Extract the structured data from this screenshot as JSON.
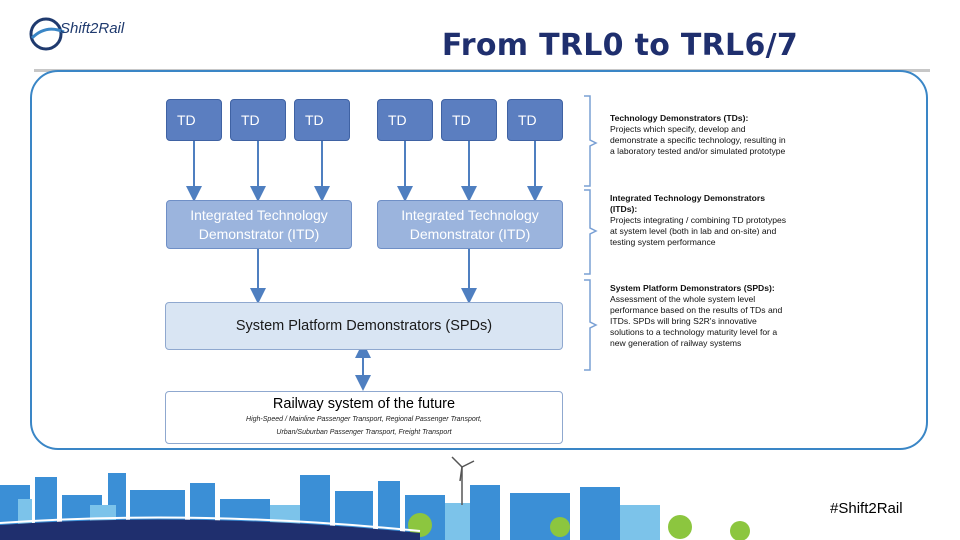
{
  "logo": {
    "text": "Shift2Rail"
  },
  "title": "From TRL0 to TRL6/7",
  "td_boxes": [
    "TD",
    "TD",
    "TD",
    "TD",
    "TD",
    "TD"
  ],
  "itd_boxes": [
    "Integrated Technology Demonstrator (ITD)",
    "Integrated Technology Demonstrator (ITD)"
  ],
  "spd_box": "System Platform Demonstrators (SPDs)",
  "railway": {
    "title": "Railway system of the future",
    "line1": "High-Speed / Mainline Passenger Transport, Regional Passenger Transport,",
    "line2": "Urban/Suburban Passenger Transport, Freight Transport"
  },
  "descriptions": [
    {
      "heading": "Technology Demonstrators (TDs):",
      "body": "Projects which specify, develop and demonstrate a specific technology, resulting in a laboratory tested and/or simulated prototype"
    },
    {
      "heading": "Integrated Technology Demonstrators (ITDs):",
      "body": "Projects integrating / combining TD prototypes at system level (both in lab and on-site) and testing system performance"
    },
    {
      "heading": "System Platform Demonstrators (SPDs):",
      "body": "Assessment of the whole system level performance based on the results of TDs and ITDs. SPDs will bring S2R's innovative solutions to a technology maturity level for a new generation of railway systems"
    }
  ],
  "hashtag": "#Shift2Rail",
  "colors": {
    "td": "#5b7ec0",
    "itd": "#9bb4dd",
    "spd": "#d9e5f3",
    "frame": "#3a86c6",
    "title": "#1f2f6e"
  }
}
